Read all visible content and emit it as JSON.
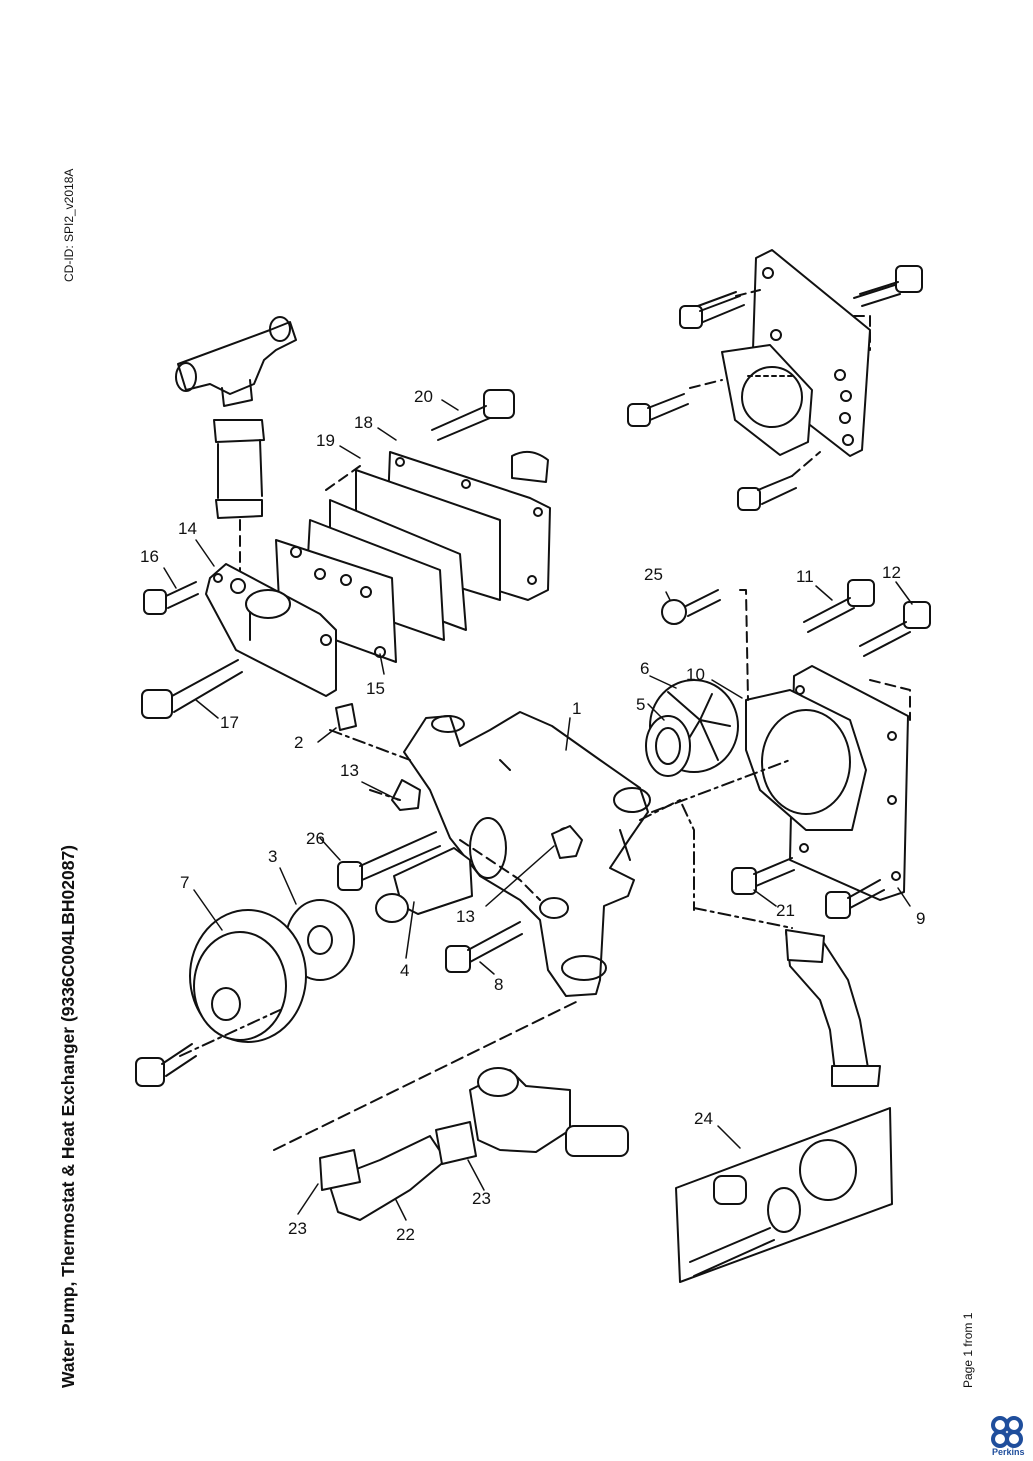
{
  "document": {
    "title": "Water Pump, Thermostat & Heat Exchanger (9336C004LBH02087)",
    "cd_id": "CD-ID: SPI2_v2018A",
    "page_info": "Page 1 from 1",
    "brand": "Perkins"
  },
  "diagram": {
    "callouts": {
      "c1": "1",
      "c2": "2",
      "c3": "3",
      "c4": "4",
      "c5": "5",
      "c6": "6",
      "c7": "7",
      "c8": "8",
      "c9": "9",
      "c10": "10",
      "c11": "11",
      "c12": "12",
      "c13a": "13",
      "c13b": "13",
      "c14": "14",
      "c15": "15",
      "c16": "16",
      "c17": "17",
      "c18": "18",
      "c19": "19",
      "c20": "20",
      "c21": "21",
      "c22": "22",
      "c23a": "23",
      "c23b": "23",
      "c24": "24",
      "c25": "25",
      "c26": "26"
    }
  }
}
